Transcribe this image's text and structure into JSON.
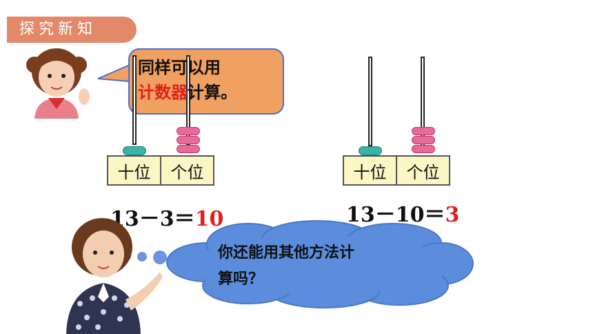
{
  "section_tag": "探究新知",
  "bubble": {
    "line1": "同样可以用",
    "line2_red": "计数器",
    "line2_rest": "计算。"
  },
  "abacus_left": {
    "tens_label": "十位",
    "ones_label": "个位"
  },
  "abacus_right": {
    "tens_label": "十位",
    "ones_label": "个位"
  },
  "equation_left": {
    "text": "13－3＝",
    "answer": "10"
  },
  "equation_right": {
    "text": "13－10＝",
    "answer": "3"
  },
  "cloud": {
    "line1": "你还能用其他方法计",
    "line2": "算吗？"
  },
  "colors": {
    "tag_bg": "#e4886a",
    "bubble_bg": "#f0a060",
    "cloud_bg": "#5b8ddc",
    "answer": "#e0201c"
  }
}
